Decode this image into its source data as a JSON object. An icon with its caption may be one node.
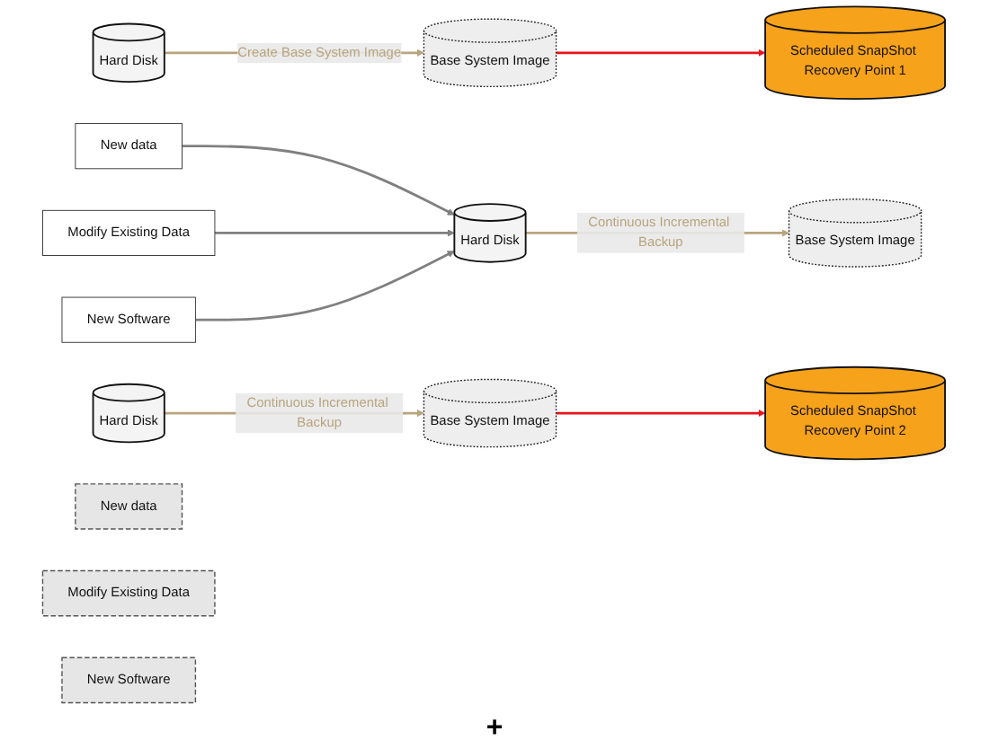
{
  "diagram": {
    "nodes": [
      {
        "text": [
          "Hard Disk"
        ]
      },
      {
        "text": [
          "Base System Image"
        ]
      },
      {
        "text": [
          "Scheduled SnapShot Recovery Point 1"
        ]
      },
      {
        "text": [
          "Hard Disk"
        ]
      },
      {
        "text": [
          "Base System Image"
        ]
      },
      {
        "text": [
          "New data"
        ]
      },
      {
        "text": [
          "Modify Existing Data"
        ]
      },
      {
        "text": [
          "New Software"
        ]
      },
      {
        "text": [
          "Hard Disk"
        ]
      },
      {
        "text": [
          "Base System Image"
        ]
      },
      {
        "text": [
          "Scheduled SnapShot Recovery Point 2"
        ]
      },
      {
        "text": [
          "New data"
        ]
      },
      {
        "text": [
          "Modify Existing Data"
        ]
      },
      {
        "text": [
          "New Software"
        ]
      }
    ],
    "edges": [
      {
        "from": 0,
        "to": 1,
        "arrow": "to",
        "label": "Create Base System Image",
        "color": "#b8a47e"
      },
      {
        "from": 1,
        "to": 2,
        "arrow": "to",
        "color": "#e8141b"
      },
      {
        "from": 3,
        "to": 4,
        "arrow": "to",
        "label": "Continuous Incremental Backup",
        "color": "#b8a47e"
      },
      {
        "from": 5,
        "to": 3,
        "arrow": "to",
        "color": "#808080"
      },
      {
        "from": 6,
        "to": 3,
        "arrow": "to",
        "color": "#808080"
      },
      {
        "from": 7,
        "to": 3,
        "arrow": "to",
        "color": "#808080"
      },
      {
        "from": 8,
        "to": 9,
        "arrow": "to",
        "label": "Continuous Incremental Backup",
        "color": "#b8a47e"
      },
      {
        "from": 9,
        "to": 10,
        "arrow": "to",
        "color": "#e8141b"
      }
    ],
    "labels": [
      "+"
    ]
  }
}
